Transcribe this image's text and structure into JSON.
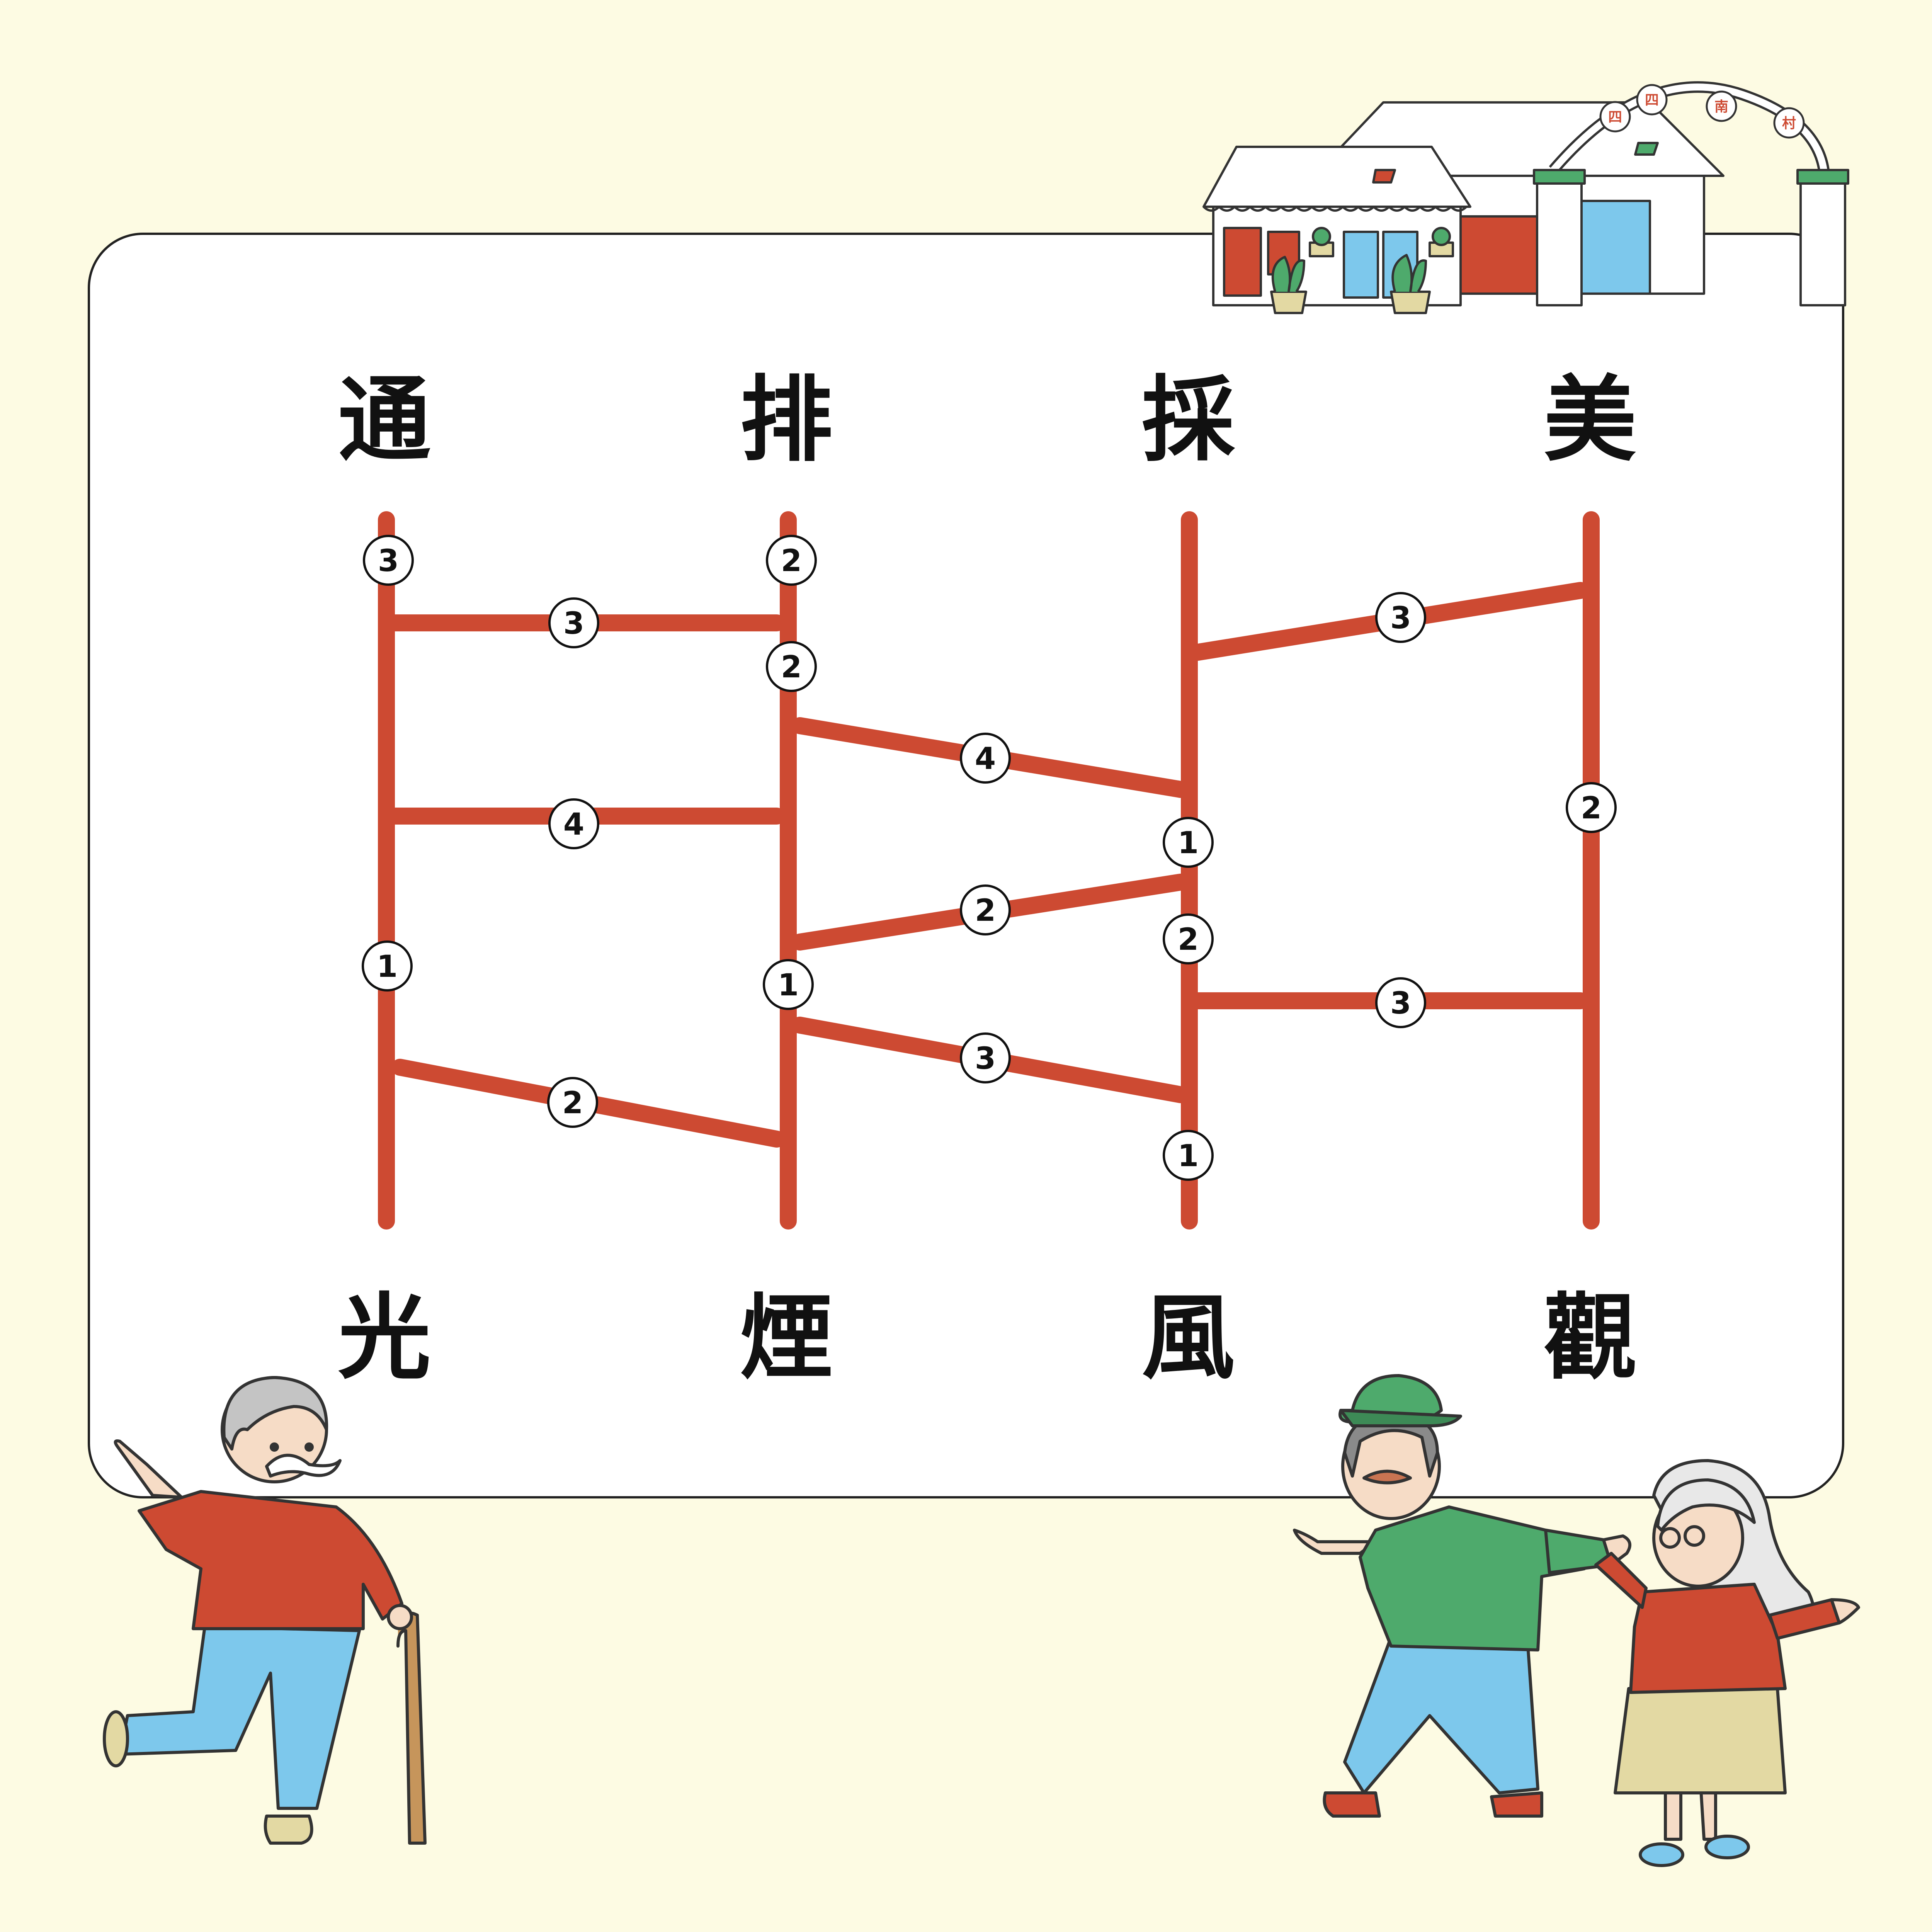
{
  "puzzle": {
    "type": "ladder-game",
    "top_words": [
      "通",
      "排",
      "採",
      "美"
    ],
    "bottom_words": [
      "光",
      "煙",
      "風",
      "觀"
    ],
    "rungs": [
      {
        "from": 0,
        "to": 1,
        "label": "3"
      },
      {
        "from": 0,
        "to": 1,
        "label": "4"
      },
      {
        "from": 0,
        "to": 1,
        "label": "2"
      },
      {
        "from": 1,
        "to": 2,
        "label": "4"
      },
      {
        "from": 1,
        "to": 2,
        "label": "2"
      },
      {
        "from": 1,
        "to": 2,
        "label": "3"
      },
      {
        "from": 2,
        "to": 3,
        "label": "3"
      },
      {
        "from": 2,
        "to": 3,
        "label": "3"
      }
    ],
    "post_labels": [
      {
        "post": 0,
        "label": "3"
      },
      {
        "post": 0,
        "label": "1"
      },
      {
        "post": 1,
        "label": "2"
      },
      {
        "post": 1,
        "label": "2"
      },
      {
        "post": 1,
        "label": "1"
      },
      {
        "post": 2,
        "label": "1"
      },
      {
        "post": 2,
        "label": "2"
      },
      {
        "post": 2,
        "label": "1"
      },
      {
        "post": 3,
        "label": "2"
      }
    ]
  },
  "village_sign": [
    "四",
    "四",
    "南",
    "村"
  ],
  "colors": {
    "background": "#fdfbe3",
    "board": "#ffffff",
    "ladder": "#cd4a32",
    "outline": "#222222"
  },
  "illustrations": [
    "village-houses",
    "elderly-man-with-cane",
    "elderly-man-green-cap",
    "elderly-woman"
  ]
}
